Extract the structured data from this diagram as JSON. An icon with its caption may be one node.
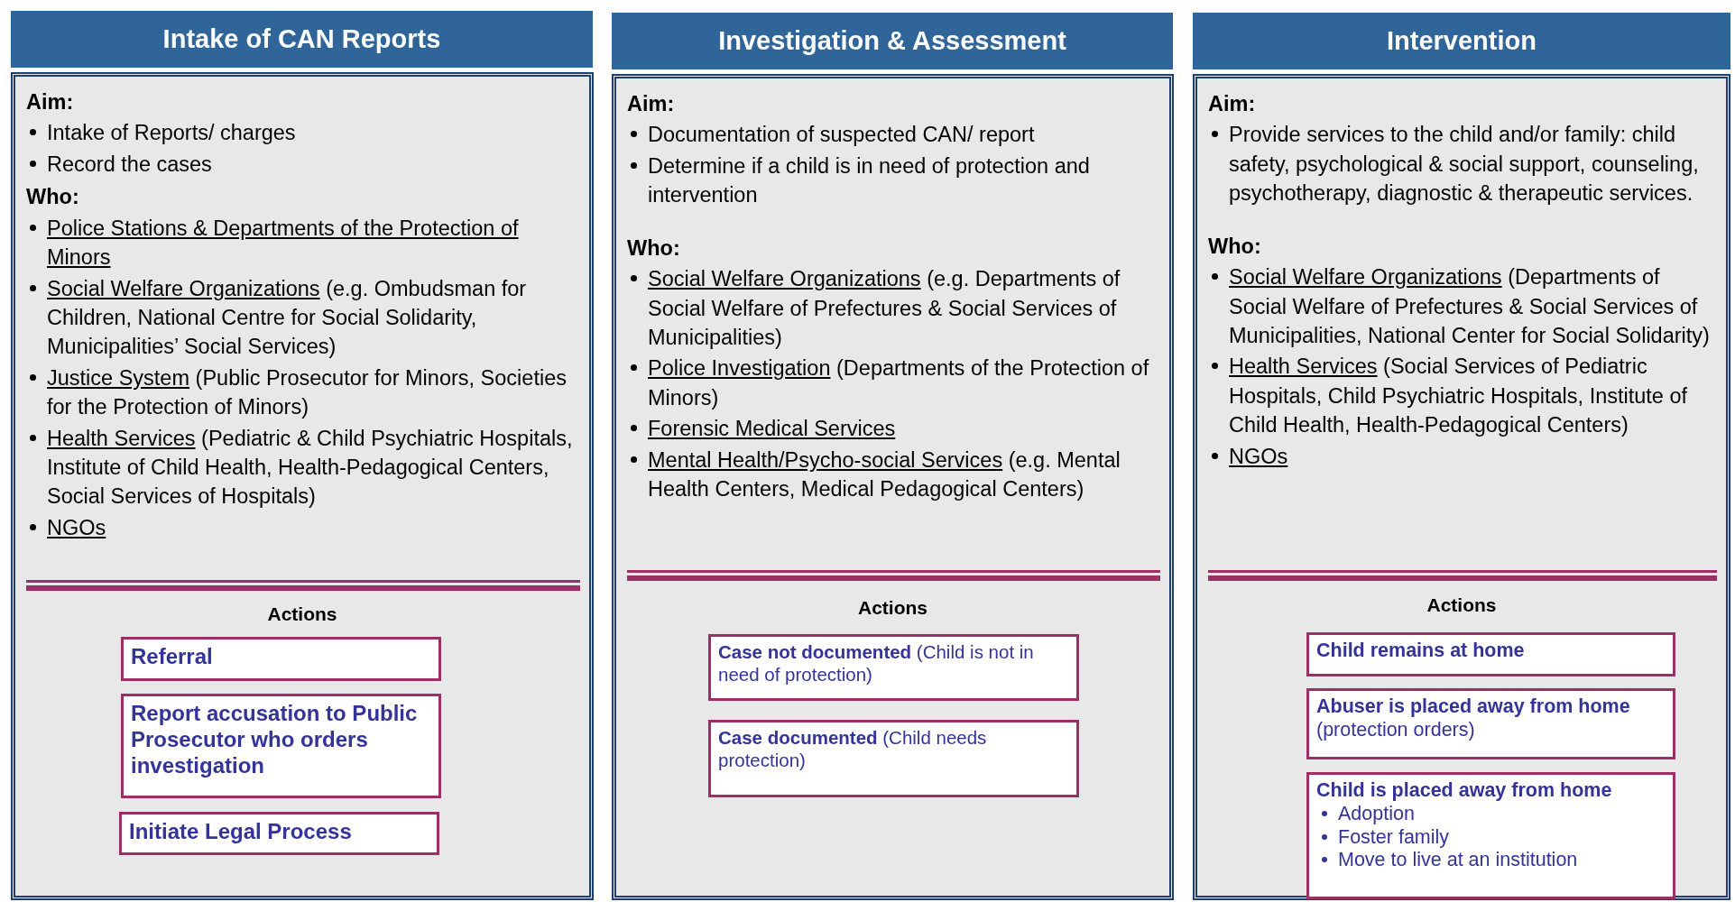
{
  "diagram": {
    "nodes": [
      {
        "text": [
          "Intake of CAN Reports"
        ]
      },
      {
        "text": [
          "Aim:",
          "Intake of Reports/ charges",
          "Record the cases",
          "Who:",
          "Police Stations & Departments of the Protection of Minors",
          "Social Welfare Organizations (e.g. Ombudsman for Children, National Centre for Social Solidarity, Municipalities’ Social Services)",
          "Justice System (Public Prosecutor for Minors, Societies for the Protection of Minors)",
          "Health Services (Pediatric & Child Psychiatric Hospitals, Institute of Child Health, Health-Pedagogical Centers, Social Services of Hospitals)",
          "NGOs",
          "Actions"
        ]
      },
      {
        "text": [
          "Referral"
        ],
        "in": 1
      },
      {
        "text": [
          "Report accusation to Public Prosecutor who orders investigation"
        ],
        "in": 1
      },
      {
        "text": [
          "Initiate Legal Process"
        ],
        "in": 1
      },
      {
        "text": [
          "Investigation & Assessment"
        ]
      },
      {
        "text": [
          "Aim:",
          "Documentation of suspected CAN/ report",
          "Determine if a child is in need of protection and intervention",
          "Who:",
          "Social Welfare Organizations (e.g. Departments of Social Welfare of Prefectures & Social Services of Municipalities)",
          "Police Investigation (Departments of the Protection of Minors)",
          "Forensic Medical Services",
          "Mental Health/Psycho-social Services (e.g. Mental Health Centers, Medical Pedagogical Centers)",
          "Actions"
        ]
      },
      {
        "text": [
          "**Case not documented** (Child is not in need of protection)"
        ],
        "in": 6
      },
      {
        "text": [
          "**Case documented** (Child needs protection)"
        ],
        "in": 6
      },
      {
        "text": [
          "Intervention"
        ]
      },
      {
        "text": [
          "Aim:",
          "Provide services to the child and/or family: child safety, psychological & social support, counseling, psychotherapy, diagnostic & therapeutic services.",
          "Who:",
          "Social Welfare Organizations (Departments of Social Welfare of Prefectures & Social Services of Municipalities, National Center for Social Solidarity)",
          "Health Services (Social Services of Pediatric Hospitals, Child Psychiatric Hospitals, Institute of Child Health, Health-Pedagogical Centers)",
          "NGOs",
          "Actions"
        ]
      },
      {
        "text": [
          "Child remains at home"
        ],
        "in": 10
      },
      {
        "text": [
          "Abuser is placed away from home",
          "(protection orders)"
        ],
        "in": 10
      },
      {
        "text": [
          "Child is placed away from home",
          "Adoption",
          "Foster family",
          "Move to live at an institution"
        ],
        "in": 10
      }
    ],
    "edges": []
  }
}
